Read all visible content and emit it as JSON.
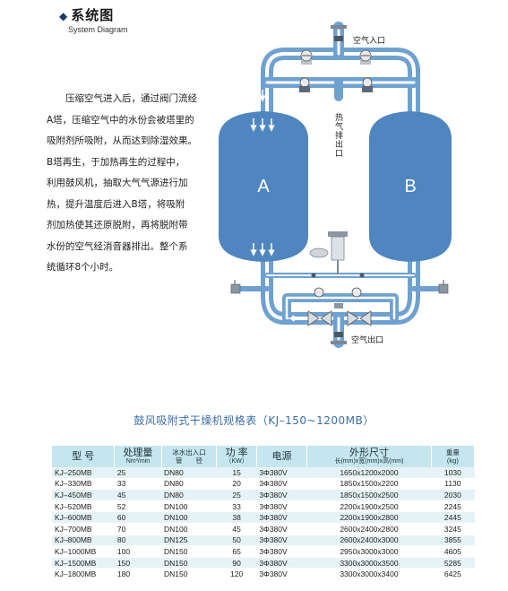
{
  "header": {
    "marker": "◆",
    "title": "系统图",
    "subtitle": "System Diagram"
  },
  "description": [
    "压缩空气进入后，通过阀门流经",
    "A塔，压缩空气中的水份会被塔里的",
    "吸附剂所吸附，从而达到除湿效果。",
    "B塔再生，于加热再生的过程中，",
    "利用鼓风机，抽取大气气源进行加",
    "热，提升温度后进入B塔，将吸附",
    "剂加热使其还原脱附，再将脱附带",
    "水份的空气经消音器排出。整个系",
    "统循环8个小时。"
  ],
  "diagram": {
    "air_inlet": "空气入口",
    "air_outlet": "空气出口",
    "hot_exhaust": [
      "热",
      "气",
      "排",
      "出",
      "口"
    ],
    "tower_a": "A",
    "tower_b": "B",
    "colors": {
      "pipe": "#6fa1d0",
      "tank": "#4f86bf",
      "inner": "#ffffff"
    }
  },
  "table": {
    "title": "鼓风吸附式干燥机规格表（KJ–150~1200MB）",
    "headers": [
      {
        "main": "型 号",
        "sub": ""
      },
      {
        "main": "处理量",
        "sub": "Nm³/min"
      },
      {
        "main": "冰水出入口",
        "sub": "管　　径"
      },
      {
        "main": "功 率",
        "sub": "（KW）"
      },
      {
        "main": "电源",
        "sub": ""
      },
      {
        "main": "外形尺寸",
        "sub": "长(mm)x宽(mm)x高(mm)"
      },
      {
        "main": "重量",
        "sub": "(kg)"
      }
    ],
    "rows": [
      [
        "KJ–250MB",
        "25",
        "DN80",
        "15",
        "3Φ380V",
        "1650x1200x2000",
        "1030"
      ],
      [
        "KJ–330MB",
        "33",
        "DN80",
        "20",
        "3Φ380V",
        "1850x1500x2200",
        "1130"
      ],
      [
        "KJ–450MB",
        "45",
        "DN80",
        "25",
        "3Φ380V",
        "1850x1500x2500",
        "2030"
      ],
      [
        "KJ–520MB",
        "52",
        "DN100",
        "33",
        "3Φ380V",
        "2200x1900x2500",
        "2245"
      ],
      [
        "KJ–600MB",
        "60",
        "DN100",
        "38",
        "3Φ380V",
        "2200x1900x2800",
        "2445"
      ],
      [
        "KJ–700MB",
        "70",
        "DN100",
        "45",
        "3Φ380V",
        "2600x2400x2800",
        "3245"
      ],
      [
        "KJ–800MB",
        "80",
        "DN125",
        "50",
        "3Φ380V",
        "2600x2400x3000",
        "3855"
      ],
      [
        "KJ–1000MB",
        "100",
        "DN150",
        "65",
        "3Φ380V",
        "2950x3000x3000",
        "4605"
      ],
      [
        "KJ–1500MB",
        "150",
        "DN150",
        "90",
        "3Φ380V",
        "3300x3000x3500",
        "5285"
      ],
      [
        "KJ–1800MB",
        "180",
        "DN150",
        "120",
        "3Φ380V",
        "3300x3000x3400",
        "6425"
      ]
    ]
  }
}
